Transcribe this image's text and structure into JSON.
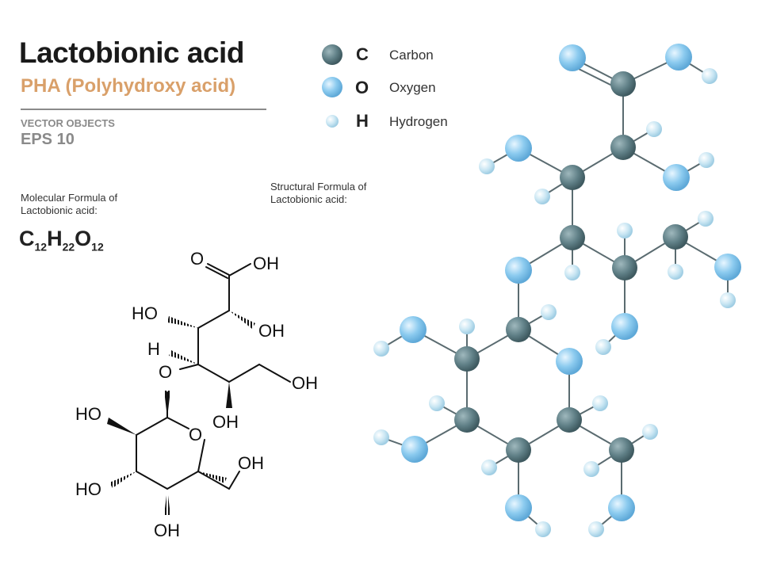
{
  "header": {
    "title": "Lactobionic acid",
    "subtitle": "PHA  (Polyhydroxy acid)",
    "vector_objects": "VECTOR OBJECTS",
    "eps": "EPS 10"
  },
  "molecular_formula": {
    "label_line1": "Molecular Formula of",
    "label_line2": "Lactobionic acid:",
    "c": "C",
    "c_n": "12",
    "h": "H",
    "h_n": "22",
    "o": "O",
    "o_n": "12"
  },
  "structural_formula": {
    "label_line1": "Structural  Formula of",
    "label_line2": "Lactobionic acid:"
  },
  "legend": [
    {
      "symbol": "C",
      "name": "Carbon",
      "color": "#5f7f86"
    },
    {
      "symbol": "O",
      "name": "Oxygen",
      "color": "#8ccbef"
    },
    {
      "symbol": "H",
      "name": "Hydrogen",
      "color": "#c9e6f3"
    }
  ],
  "skeletal_labels": {
    "o_top": "O",
    "oh1": "OH",
    "ho1": "HO",
    "oh2": "OH",
    "h": "H",
    "o_link": "O",
    "oh3": "OH",
    "oh4": "OH",
    "ho2": "HO",
    "o_ring": "O",
    "oh5": "OH",
    "ho3": "HO",
    "oh6": "OH"
  },
  "colors": {
    "carbon": "#5f7f86",
    "oxygen": "#8ccbef",
    "hydrogen": "#c9e6f3",
    "accent": "#d9a06a"
  }
}
